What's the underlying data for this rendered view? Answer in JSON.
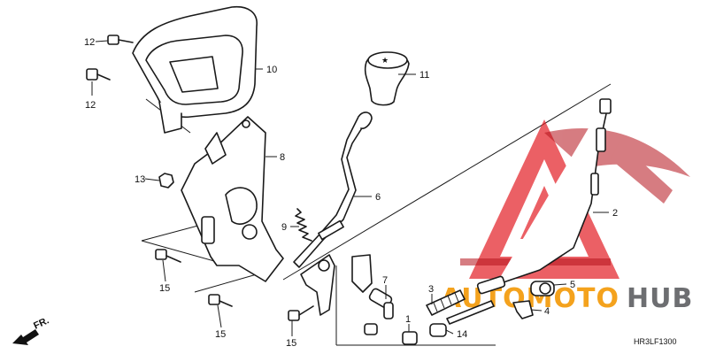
{
  "diagram": {
    "callouts": [
      {
        "id": "12a",
        "label": "12"
      },
      {
        "id": "12b",
        "label": "12"
      },
      {
        "id": "10",
        "label": "10"
      },
      {
        "id": "11",
        "label": "11"
      },
      {
        "id": "8",
        "label": "8"
      },
      {
        "id": "13",
        "label": "13"
      },
      {
        "id": "6",
        "label": "6"
      },
      {
        "id": "2",
        "label": "2"
      },
      {
        "id": "9",
        "label": "9"
      },
      {
        "id": "15a",
        "label": "15"
      },
      {
        "id": "15b",
        "label": "15"
      },
      {
        "id": "15c",
        "label": "15"
      },
      {
        "id": "7",
        "label": "7"
      },
      {
        "id": "3",
        "label": "3"
      },
      {
        "id": "5",
        "label": "5"
      },
      {
        "id": "4",
        "label": "4"
      },
      {
        "id": "1",
        "label": "1"
      },
      {
        "id": "14",
        "label": "14"
      }
    ],
    "front_marker": "FR.",
    "diagram_code": "HR3LF1300"
  },
  "watermark": {
    "text_left": "AUTOMOTO",
    "text_right": "HUB",
    "colors": {
      "triangle": "#e31e24",
      "text_left": "#f4a21d",
      "text_right": "#6d6e71",
      "honda_wing": "#b5121b"
    }
  }
}
